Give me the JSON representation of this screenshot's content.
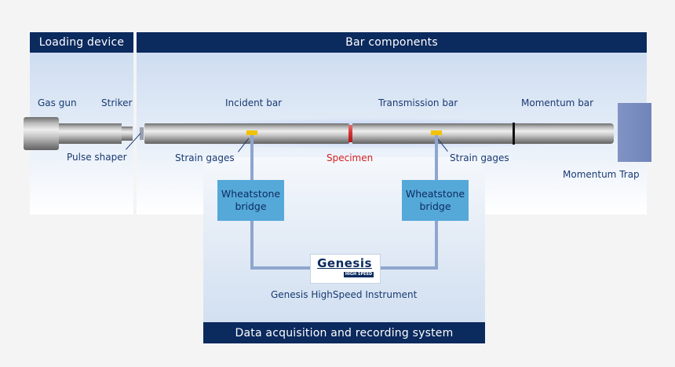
{
  "headers": {
    "loading": "Loading device",
    "bar": "Bar components",
    "daq": "Data acquisition and recording system"
  },
  "labels": {
    "gas_gun": "Gas gun",
    "striker": "Striker",
    "incident_bar": "Incident bar",
    "transmission_bar": "Transmission bar",
    "momentum_bar": "Momentum bar",
    "pulse_shaper": "Pulse shaper",
    "strain_gages_left": "Strain gages",
    "specimen": "Specimen",
    "strain_gages_right": "Strain gages",
    "momentum_trap": "Momentum Trap"
  },
  "bridges": {
    "left_line1": "Wheatstone",
    "left_line2": "bridge",
    "right_line1": "Wheatstone",
    "right_line2": "bridge"
  },
  "instrument": {
    "logo": "Genesis",
    "logo_sub": "HIGH SPEED",
    "caption": "Genesis HighSpeed Instrument"
  },
  "colors": {
    "header_bg": "#0b2a5e",
    "label_text": "#183a72",
    "specimen_text": "#d42020",
    "bridge_fill": "#55a9d9",
    "strain_gage": "#f2c200",
    "momentum_trap": "#7489bd"
  }
}
